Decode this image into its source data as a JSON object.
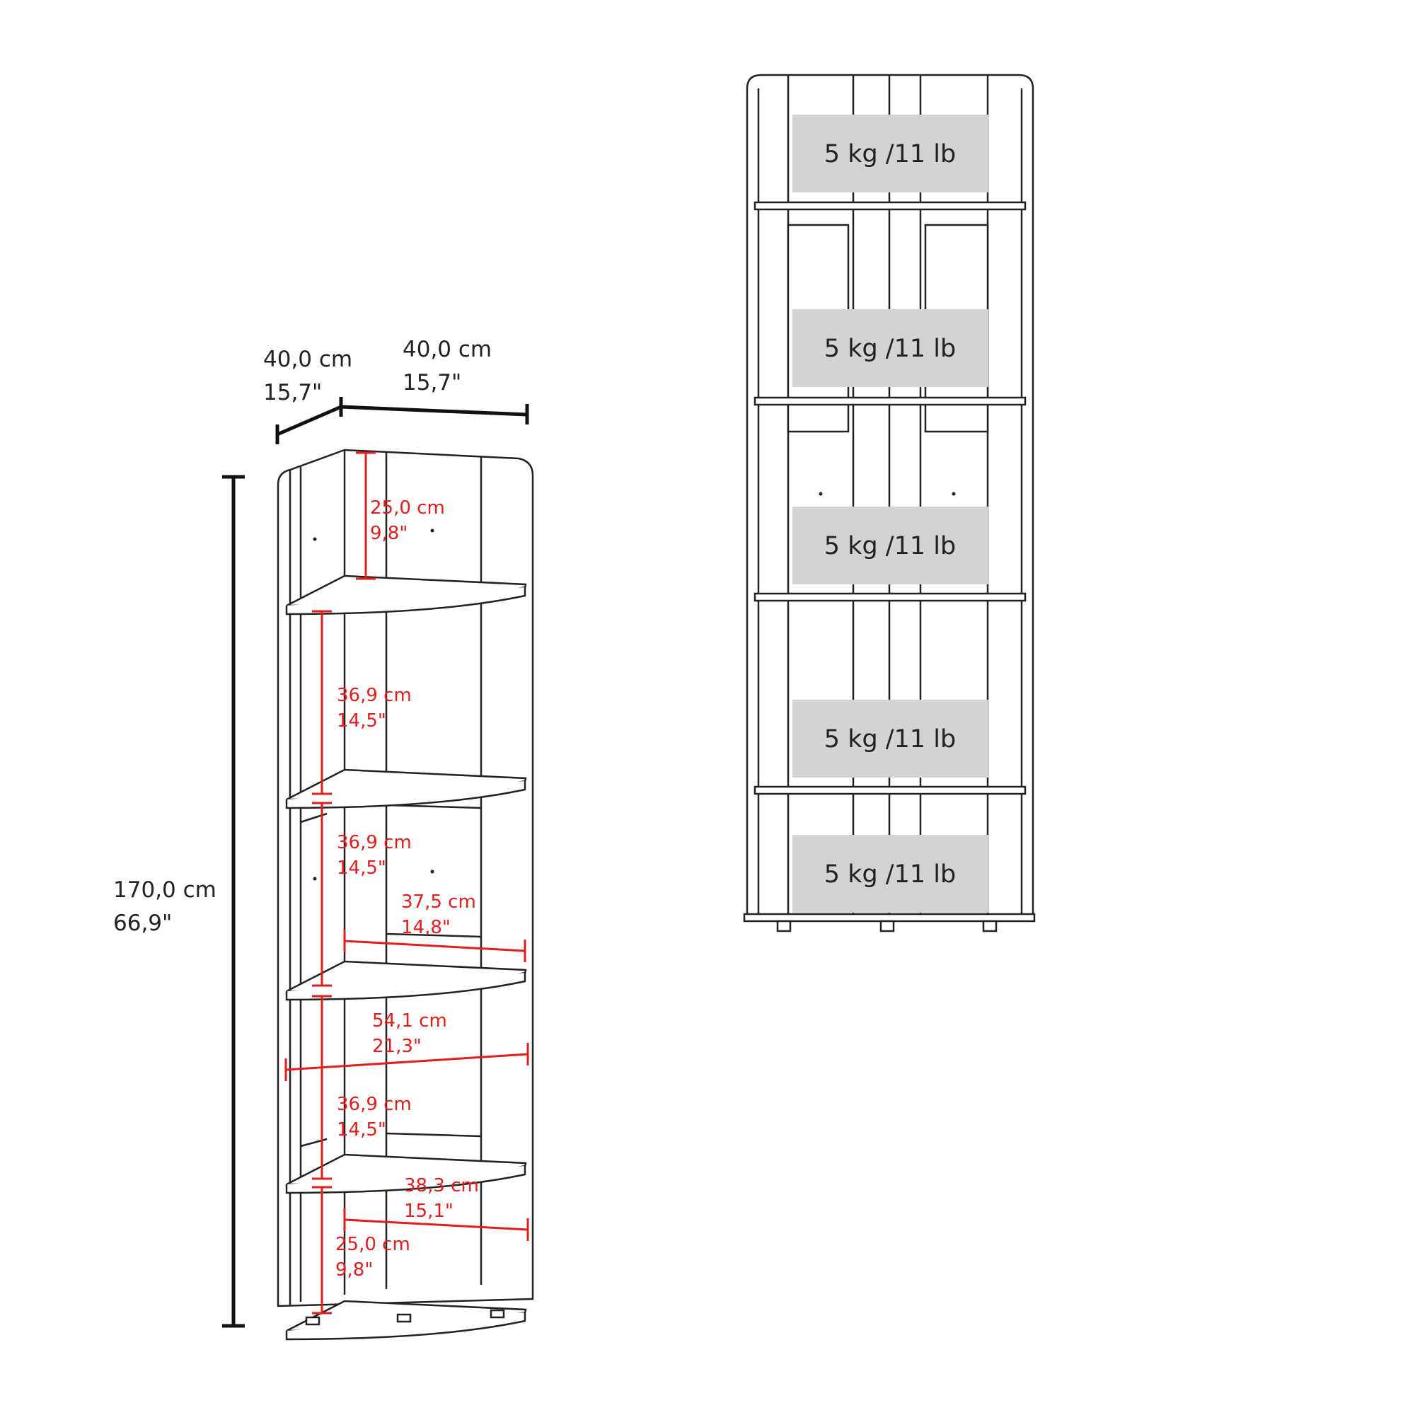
{
  "colors": {
    "outline": "#222222",
    "dimension_red": "#e11d1d",
    "load_box": "#d3d3d3",
    "background": "#ffffff"
  },
  "overall": {
    "depth_left": {
      "cm": "40,0 cm",
      "in": "15,7\""
    },
    "depth_right": {
      "cm": "40,0 cm",
      "in": "15,7\""
    },
    "height": {
      "cm": "170,0 cm",
      "in": "66,9\""
    }
  },
  "gaps": {
    "top": {
      "cm": "25,0 cm",
      "in": "9,8\""
    },
    "second": {
      "cm": "36,9 cm",
      "in": "14,5\""
    },
    "third": {
      "cm": "36,9 cm",
      "in": "14,5\""
    },
    "fourth": {
      "cm": "36,9 cm",
      "in": "14,5\""
    },
    "bottom": {
      "cm": "25,0 cm",
      "in": "9,8\""
    }
  },
  "shelf_widths": {
    "upper": {
      "cm": "37,5 cm",
      "in": "14,8\""
    },
    "diagonal": {
      "cm": "54,1 cm",
      "in": "21,3\""
    },
    "lower": {
      "cm": "38,3 cm",
      "in": "15,1\""
    }
  },
  "loads": [
    {
      "label": "5 kg /11 lb"
    },
    {
      "label": "5 kg /11 lb"
    },
    {
      "label": "5 kg /11 lb"
    },
    {
      "label": "5 kg /11 lb"
    },
    {
      "label": "5 kg /11 lb"
    }
  ]
}
